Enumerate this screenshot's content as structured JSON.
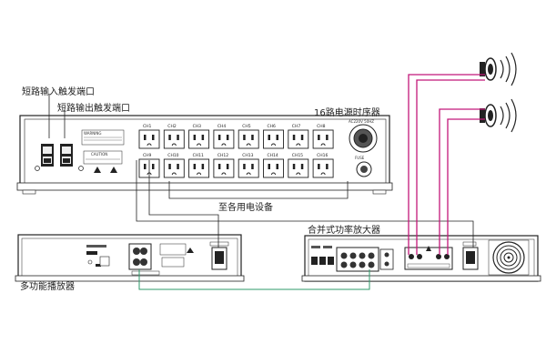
{
  "labels": {
    "short_in": "短路输入触发端口",
    "short_out": "短路输出触发端口",
    "sequencer": "16路电源时序器",
    "equipment": "至各用电设备",
    "amplifier": "合并式功率放大器",
    "player": "多功能播放器"
  },
  "sequencer": {
    "channels_top": [
      "CH1",
      "CH2",
      "CH3",
      "CH4",
      "CH5",
      "CH6",
      "CH7",
      "CH8"
    ],
    "channels_bottom": [
      "CH9",
      "CH10",
      "CH11",
      "CH12",
      "CH13",
      "CH14",
      "CH15",
      "CH16"
    ],
    "warning": "WARNING",
    "caution": "CAUTION",
    "ac_input": "AC220V 50HZ",
    "fuse": "FUSE"
  },
  "colors": {
    "speaker_wire": "#c2187a",
    "signal_wire": "#2e9a6a",
    "line": "#222222"
  }
}
